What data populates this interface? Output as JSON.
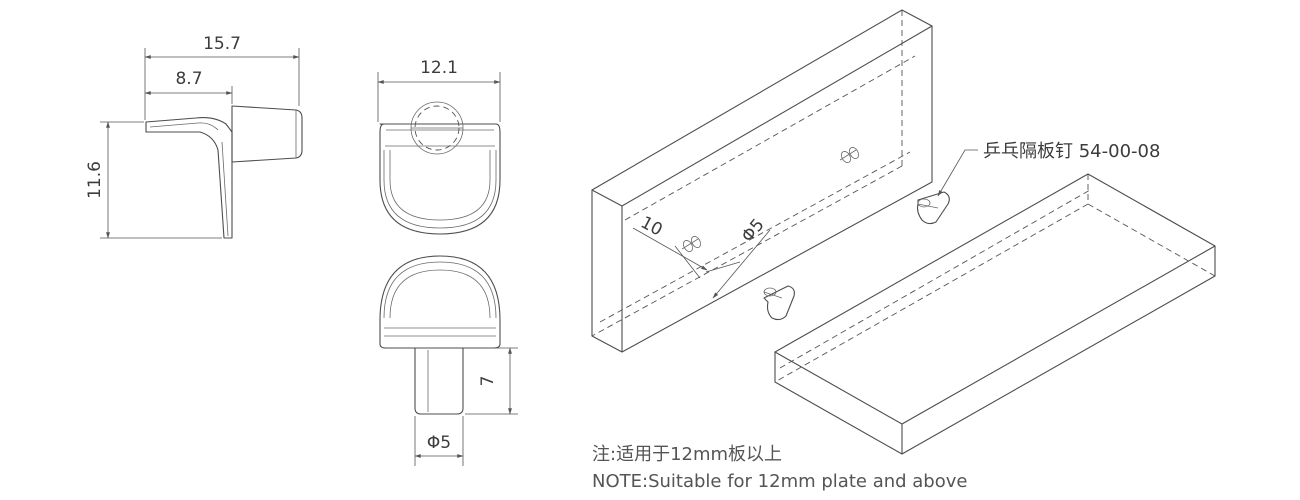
{
  "side_view": {
    "overall_width": "15.7",
    "inner_width": "8.7",
    "height": "11.6"
  },
  "front_view": {
    "width": "12.1"
  },
  "bottom_view": {
    "pin_height": "7",
    "pin_diameter": "Φ5"
  },
  "install_view": {
    "edge_distance": "10",
    "hole_diameter": "Φ5",
    "callout": "乒乓隔板钉 54-00-08"
  },
  "notes": {
    "cn": "注:适用于12mm板以上",
    "en": "NOTE:Suitable for 12mm plate and above"
  }
}
